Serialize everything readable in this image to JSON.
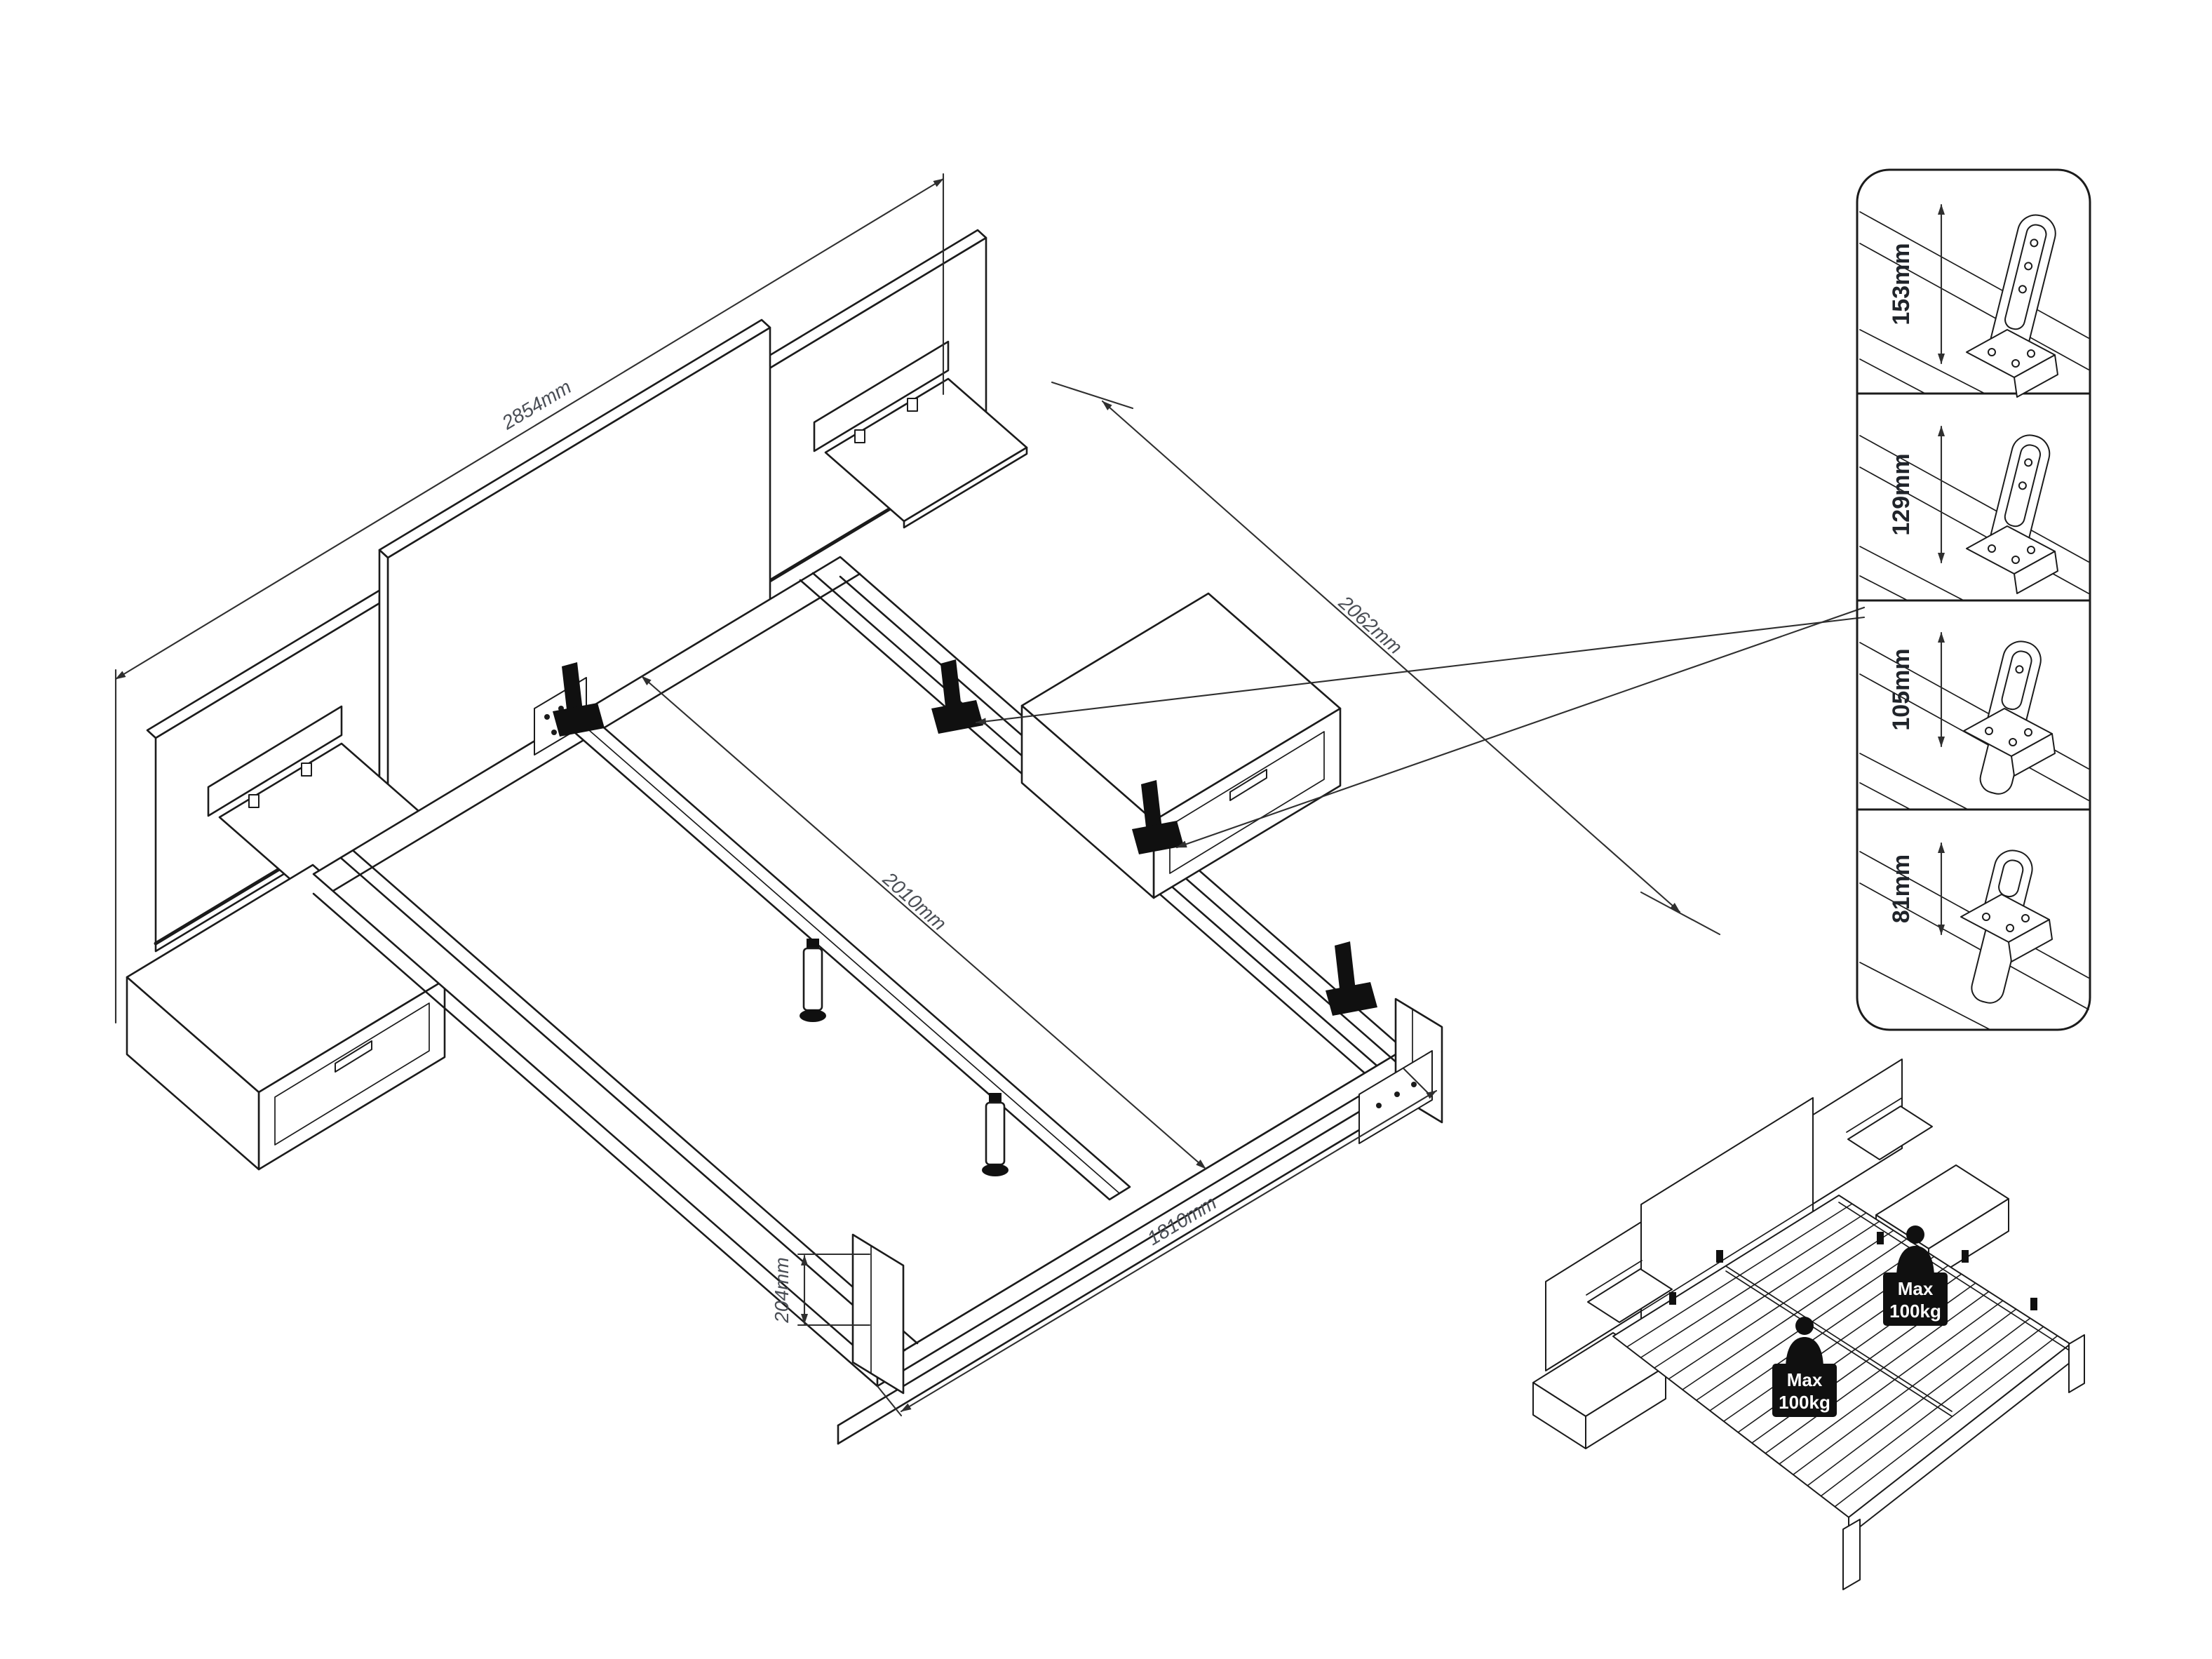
{
  "main_view": {
    "description": "exploded bed frame technical drawing",
    "dimensions": {
      "headboard_width": "2854mm",
      "total_depth": "2062mm",
      "inner_length": "2010mm",
      "front_width": "1810mm",
      "foot_height": "204mm"
    }
  },
  "bracket_detail_panel": {
    "heights": [
      {
        "label": "153mm"
      },
      {
        "label": "129mm"
      },
      {
        "label": "105mm"
      },
      {
        "label": "81mm"
      }
    ]
  },
  "assembled_view": {
    "max_load_badges": [
      {
        "line1": "Max",
        "line2": "100kg"
      },
      {
        "line1": "Max",
        "line2": "100kg"
      }
    ]
  },
  "colors": {
    "line": "#1b1b1b",
    "dim_text": "#4a4e55",
    "badge_bg": "#000000",
    "badge_text": "#ffffff",
    "canvas": "#ffffff"
  }
}
